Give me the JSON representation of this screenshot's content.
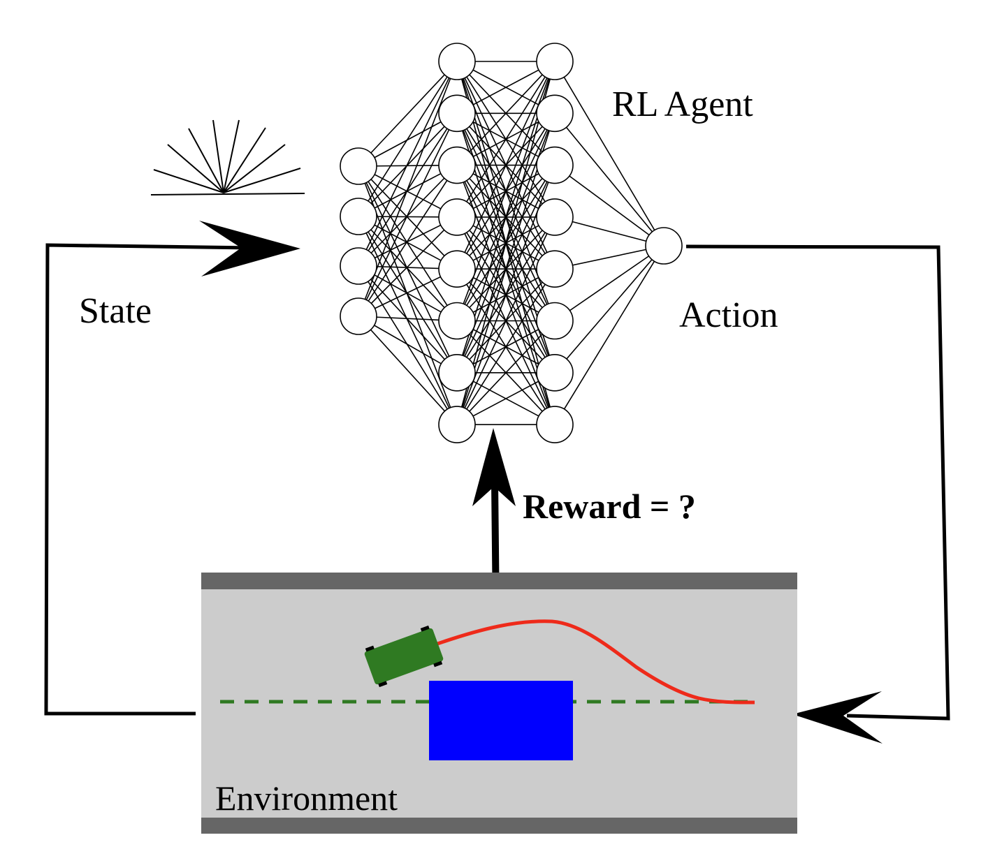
{
  "labels": {
    "agent": "RL Agent",
    "state": "State",
    "action": "Action",
    "reward": "Reward = ?",
    "environment": "Environment"
  },
  "network": {
    "layers": [
      4,
      8,
      8,
      1
    ]
  },
  "colors": {
    "line": "#000000",
    "road_border": "#666666",
    "road_surface": "#cccccc",
    "car": "#2f7a22",
    "obstacle": "#0000ff",
    "trajectory": "#ee2a1a",
    "lane_center": "#2f7a22"
  },
  "icons": [
    "lidar-sensor-icon",
    "car-icon",
    "obstacle-block"
  ]
}
